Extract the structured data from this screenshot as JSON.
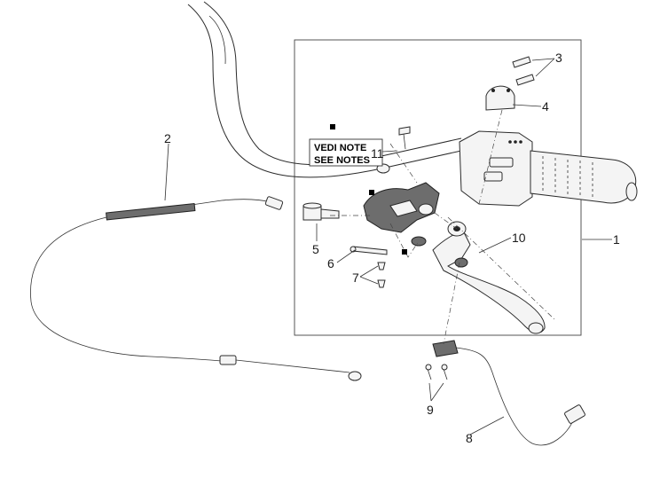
{
  "note": {
    "line1": "VEDI NOTE",
    "line2": "SEE NOTES"
  },
  "callouts": [
    {
      "id": "1",
      "text": "1"
    },
    {
      "id": "2",
      "text": "2"
    },
    {
      "id": "3",
      "text": "3"
    },
    {
      "id": "4",
      "text": "4"
    },
    {
      "id": "5",
      "text": "5"
    },
    {
      "id": "6",
      "text": "6"
    },
    {
      "id": "7",
      "text": "7"
    },
    {
      "id": "8",
      "text": "8"
    },
    {
      "id": "9",
      "text": "9"
    },
    {
      "id": "10",
      "text": "10"
    },
    {
      "id": "11",
      "text": "11"
    }
  ]
}
